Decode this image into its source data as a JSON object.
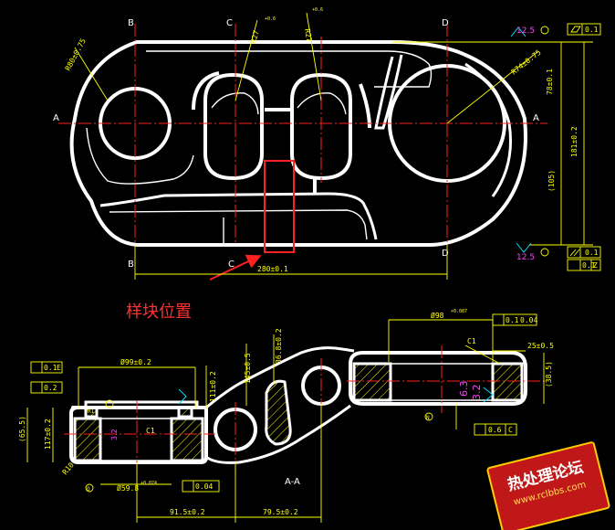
{
  "drawing": {
    "annotation_label": "样块位置",
    "section_label": "A-A",
    "section_marks": {
      "a": "A",
      "b": "B",
      "c": "C",
      "d": "D"
    },
    "top_dims": {
      "r_left": "R80±0.75",
      "r_mid1": "R27",
      "r_mid1_tol": "+0.6",
      "r_mid2": "R27",
      "r_mid2_tol": "+0.6",
      "r_right": "R74±0.75",
      "horiz": "280±0.1",
      "v_top": "78±0.1",
      "v_total": "181±0.2",
      "v_bottom": "(105)",
      "rough_top": "12.5",
      "rough_bottom": "12.5",
      "fcf_flat": "0.1",
      "fcf_par": "0.1",
      "fcf_pos": "0.1",
      "datum_z": "Z"
    },
    "bottom_dims": {
      "dia_top": "Ø98",
      "dia_top_tol": "+0.087",
      "dia_left": "Ø99±0.2",
      "dia_bottom": "Ø59.8",
      "dia_bottom_tol": "+0.074",
      "w_25": "25±0.5",
      "w_38": "(38.5)",
      "h_117": "117±0.2",
      "h_65": "(65.5)",
      "d_111": "111±0.2",
      "d_145": "145±0.5",
      "d_368": "36.8±0.2",
      "d_915": "91.5±0.2",
      "d_795": "79.5±0.2",
      "c1a": "C1",
      "c1b": "C1",
      "r10": "R10",
      "r1": "R1",
      "r_63": "6.3",
      "r_32a": "3.2",
      "r_32b": "3.2",
      "fcf_a": "0.1",
      "fcf_b": "0.2",
      "fcf_c": "0.04",
      "fcf_d": "0.6",
      "fcf_e": "0.1",
      "fcf_f": "0.04",
      "datum_e": "E",
      "datum_o": "O",
      "datum_c": "C",
      "datum_n": "N",
      "datum_d": "D"
    },
    "watermark": {
      "title": "热处理论坛",
      "url": "www.rclbbs.com"
    },
    "colors": {
      "outline": "#ffffff",
      "centerline": "#ff2020",
      "dimension": "#ffff00",
      "roughness": "#ff40ff",
      "highlight_box": "#ff2020"
    }
  }
}
